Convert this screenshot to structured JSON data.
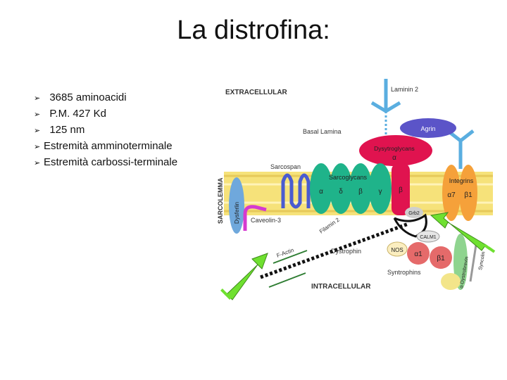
{
  "slide": {
    "title": "La distrofina:",
    "bullets": [
      "3685 aminoacidi",
      "P.M. 427 Kd",
      "125 nm",
      "Estremità amminoterminale",
      "Estremità carbossi-terminale"
    ]
  },
  "diagram": {
    "extracellular": "EXTRACELLULAR",
    "intracellular": "INTRACELLULAR",
    "sarcolemma": "SARCOLEMMA",
    "laminin": "Laminin 2",
    "agrin": "Agrin",
    "basal_lamina": "Basal Lamina",
    "dystroglycans": "Dysytroglycans",
    "alpha": "α",
    "beta": "β",
    "sarcospan": "Sarcospan",
    "sarcoglycans": "Sarcoglycans",
    "sg_labels": [
      "α",
      "δ",
      "β",
      "γ"
    ],
    "integrins": "Integrins",
    "a7": "α7",
    "b1": "β1",
    "dysferlin": "Dysferlin",
    "caveolin": "Caveolin-3",
    "filamin": "Filamin 2",
    "grb2": "Grb2",
    "calm1": "CALM1",
    "nos": "NOS",
    "syn_a1": "α1",
    "syn_b1": "β1",
    "dystrobrevin": "α-Dystrobrevin",
    "syncoilin": "Syncolin",
    "factin": "F-Actin",
    "dystrophin": "Dystrophin",
    "syntrophins": "Syntrophins"
  },
  "colors": {
    "membrane": "#f6e27a",
    "sarcoglycan": "#1fb38a",
    "dystroglycan": "#e0134f",
    "integrin": "#f5a13a",
    "agrin": "#5b54c8",
    "laminin": "#5aaee0",
    "sarcospan": "#4a5bd0",
    "arrow": "#6fe030"
  }
}
